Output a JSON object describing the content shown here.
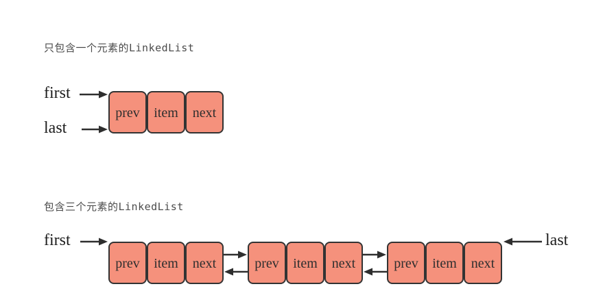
{
  "colors": {
    "page_bg": "#ffffff",
    "cell_fill": "#f5917c",
    "cell_border": "#333333",
    "cell_text": "#2e2e2e",
    "arrow": "#2e2e2e",
    "title_text": "#4b4b4b",
    "label_text": "#1d1d1d"
  },
  "diagram1": {
    "title": "只包含一个元素的LinkedList",
    "first_label": "first",
    "last_label": "last",
    "node": {
      "cells": [
        "prev",
        "item",
        "next"
      ]
    }
  },
  "diagram2": {
    "title": "包含三个元素的LinkedList",
    "first_label": "first",
    "last_label": "last",
    "nodes": [
      {
        "cells": [
          "prev",
          "item",
          "next"
        ]
      },
      {
        "cells": [
          "prev",
          "item",
          "next"
        ]
      },
      {
        "cells": [
          "prev",
          "item",
          "next"
        ]
      }
    ]
  }
}
